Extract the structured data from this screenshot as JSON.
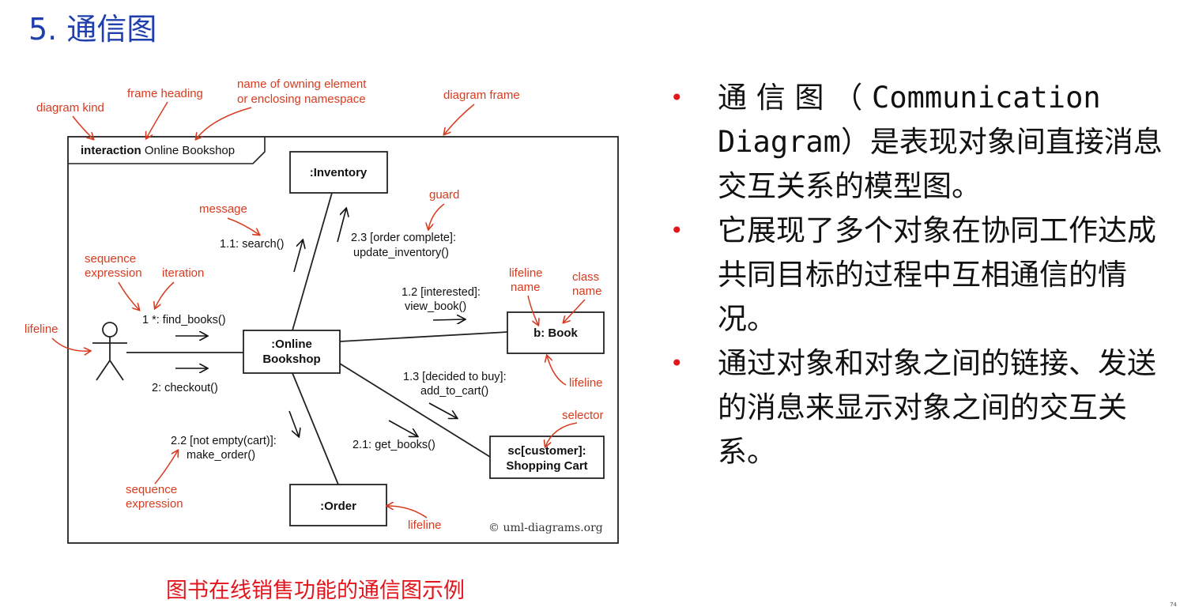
{
  "title": "5. 通信图",
  "diagram": {
    "frame_heading": {
      "kind": "interaction",
      "name": "Online Bookshop"
    },
    "boxes": {
      "inventory": ":Inventory",
      "bookshop_line1": ":Online",
      "bookshop_line2": "Bookshop",
      "book": "b: Book",
      "cart_line1": "sc[customer]:",
      "cart_line2": "Shopping Cart",
      "order": ":Order"
    },
    "messages": {
      "search": "1.1: search()",
      "update_line1": "2.3 [order complete]:",
      "update_line2": "update_inventory()",
      "view_line1": "1.2 [interested]:",
      "view_line2": "view_book()",
      "find_books": "1 *: find_books()",
      "checkout": "2: checkout()",
      "add_line1": "1.3 [decided to buy]:",
      "add_line2": "add_to_cart()",
      "get_books": "2.1: get_books()",
      "make_line1": "2.2 [not empty(cart)]:",
      "make_line2": "make_order()"
    },
    "annotations": {
      "diagram_kind": "diagram kind",
      "frame_heading": "frame heading",
      "owning_line1": "name of owning element",
      "owning_line2": "or enclosing namespace",
      "diagram_frame": "diagram frame",
      "message": "message",
      "guard": "guard",
      "sequence_line1": "sequence",
      "sequence_line2": "expression",
      "iteration": "iteration",
      "lifeline_actor": "lifeline",
      "lifeline_name_line1": "lifeline",
      "lifeline_name_line2": "name",
      "class_name_line1": "class",
      "class_name_line2": "name",
      "lifeline_book": "lifeline",
      "selector": "selector",
      "sequence2_line1": "sequence",
      "sequence2_line2": "expression",
      "lifeline_order": "lifeline"
    },
    "credit": "© uml-diagrams.org"
  },
  "caption": "图书在线销售功能的通信图示例",
  "bullets": [
    {
      "pre": "通 信 图 （ ",
      "en": "Communication Diagram",
      "post": "）是表现对象间直接消息交互关系的模型图。"
    },
    {
      "pre": "它展现了多个对象在协同工作达成共同目标的过程中互相通信的情况。",
      "en": "",
      "post": ""
    },
    {
      "pre": "通过对象和对象之间的链接、发送的消息来显示对象之间的交互关系。",
      "en": "",
      "post": ""
    }
  ],
  "slide_number": "74",
  "colors": {
    "title": "#1f3fae",
    "annotation": "#d83b1f",
    "caption": "#e3151c",
    "bullet": "#e3151c"
  }
}
